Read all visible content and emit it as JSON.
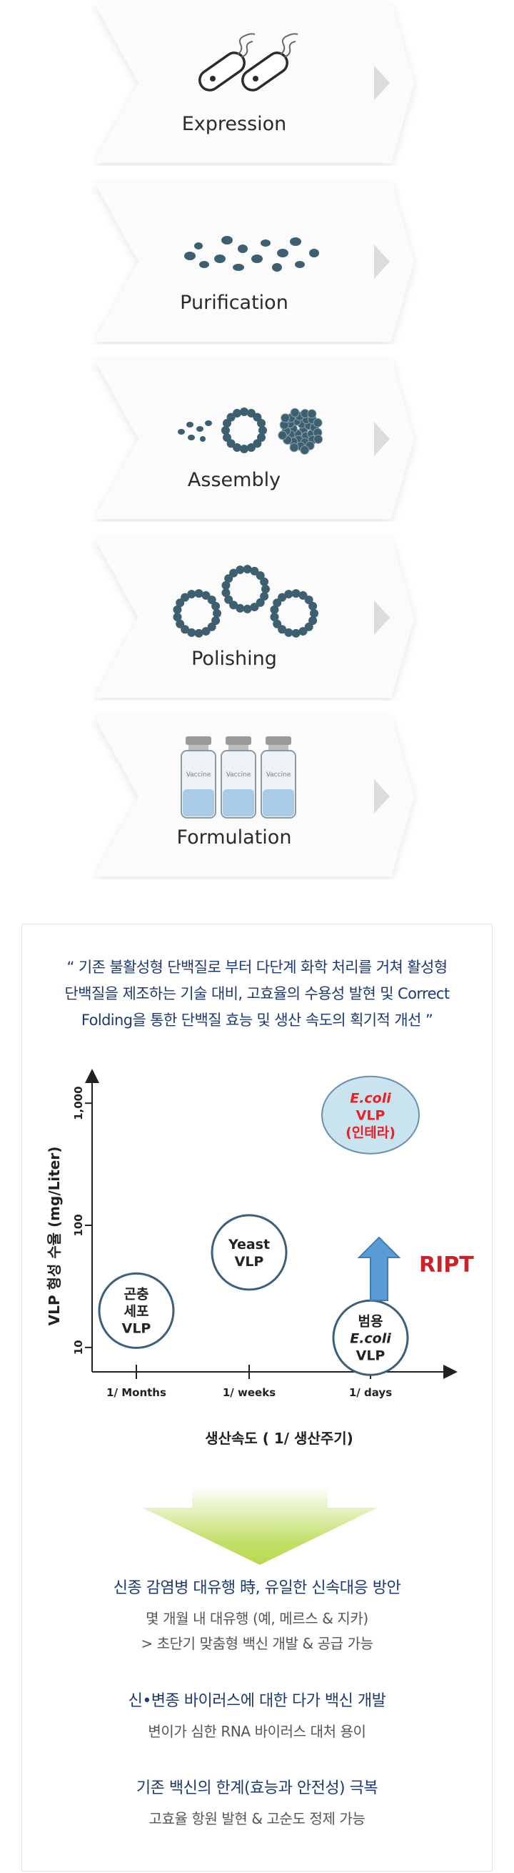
{
  "steps": [
    {
      "label": "Expression",
      "icon": "ecoli-bacteria-icon"
    },
    {
      "label": "Purification",
      "icon": "protein-particles-icon"
    },
    {
      "label": "Assembly",
      "icon": "vlp-assembly-icon"
    },
    {
      "label": "Polishing",
      "icon": "vlp-rings-icon"
    },
    {
      "label": "Formulation",
      "icon": "vaccine-vials-icon"
    }
  ],
  "vial_label": "Vaccine",
  "quote": {
    "line1": "“ 기존 불활성형 단백질로 부터 다단계 화학 처리를 거쳐 활성형",
    "line2": "단백질을 제조하는 기술 대비, 고효율의 수용성 발현 및 Correct",
    "line3": "Folding을 통한 단백질 효능 및 생산 속도의 획기적 개선 ”"
  },
  "chart_data": {
    "type": "scatter",
    "ylabel": "VLP 형성 수율 (mg/Liter)",
    "xlabel": "생산속도 ( 1/ 생산주기)",
    "yscale": "log",
    "yticks": [
      "10",
      "100",
      "1,000"
    ],
    "xticks": [
      "1/ Months",
      "1/ weeks",
      "1/ days"
    ],
    "points": [
      {
        "lines": [
          "곤충",
          "세포",
          "VLP"
        ],
        "x": "1/ Months",
        "y": 20
      },
      {
        "lines": [
          "Yeast",
          "VLP"
        ],
        "x": "1/ weeks",
        "y": 60
      },
      {
        "lines": [
          "범용",
          "E.coli",
          "VLP"
        ],
        "x": "1/ days",
        "y": 12
      },
      {
        "lines": [
          "E.coli",
          "VLP",
          "(인테라)"
        ],
        "x": "1/ days",
        "y": 800
      }
    ],
    "annotation": "RIPT",
    "colors": {
      "highlight_text": "#e8202a",
      "highlight_fill": "#c9e4ef",
      "arrow": "#5b9bd5",
      "ript": "#c8222b"
    }
  },
  "info": [
    {
      "heading": "신종 감염병 대유행 時, 유일한 신속대응 방안",
      "lines": [
        "몇 개월 내 대유행 (예, 메르스 & 지카)",
        "> 초단기 맞춤형 백신 개발 & 공급 가능"
      ]
    },
    {
      "heading": "신•변종 바이러스에 대한 다가 백신 개발",
      "lines": [
        "변이가 심한 RNA 바이러스 대처 용이"
      ]
    },
    {
      "heading": "기존 백신의 한계(효능과 안전성) 극복",
      "lines": [
        "고효율 항원 발현 & 고순도 정제 가능"
      ]
    }
  ]
}
